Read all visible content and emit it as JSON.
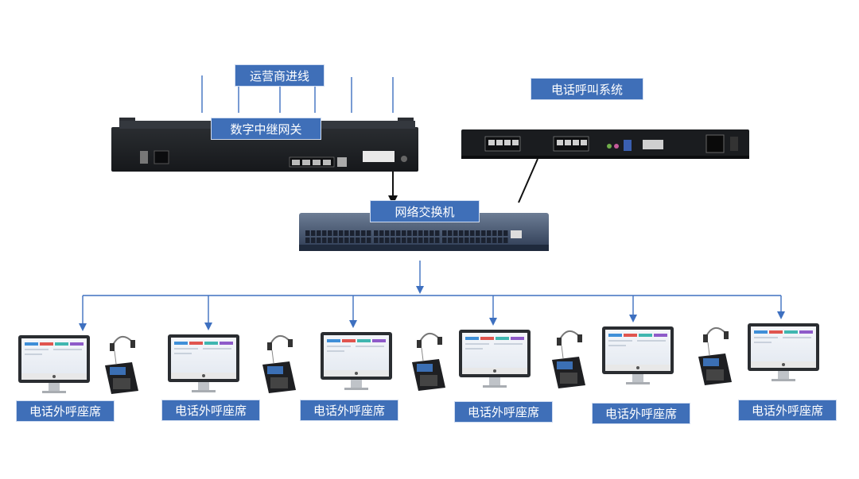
{
  "labels": {
    "carrier_line": "运营商进线",
    "digital_trunk_gateway": "数字中继网关",
    "phone_call_system": "电话呼叫系统",
    "network_switch": "网络交换机"
  },
  "seats": [
    {
      "label": "电话外呼座席"
    },
    {
      "label": "电话外呼座席"
    },
    {
      "label": "电话外呼座席"
    },
    {
      "label": "电话外呼座席"
    },
    {
      "label": "电话外呼座席"
    },
    {
      "label": "电话外呼座席"
    }
  ],
  "colors": {
    "label_bg": "#3f6fb8",
    "line_blue": "#3e70c0",
    "device_dark": "#1f2226",
    "switch_blue": "#3a4e6e"
  },
  "icons": [
    "rack-gateway-device",
    "call-system-server",
    "network-switch-device",
    "desktop-monitor-icon",
    "ip-phone-icon",
    "headset-icon"
  ]
}
